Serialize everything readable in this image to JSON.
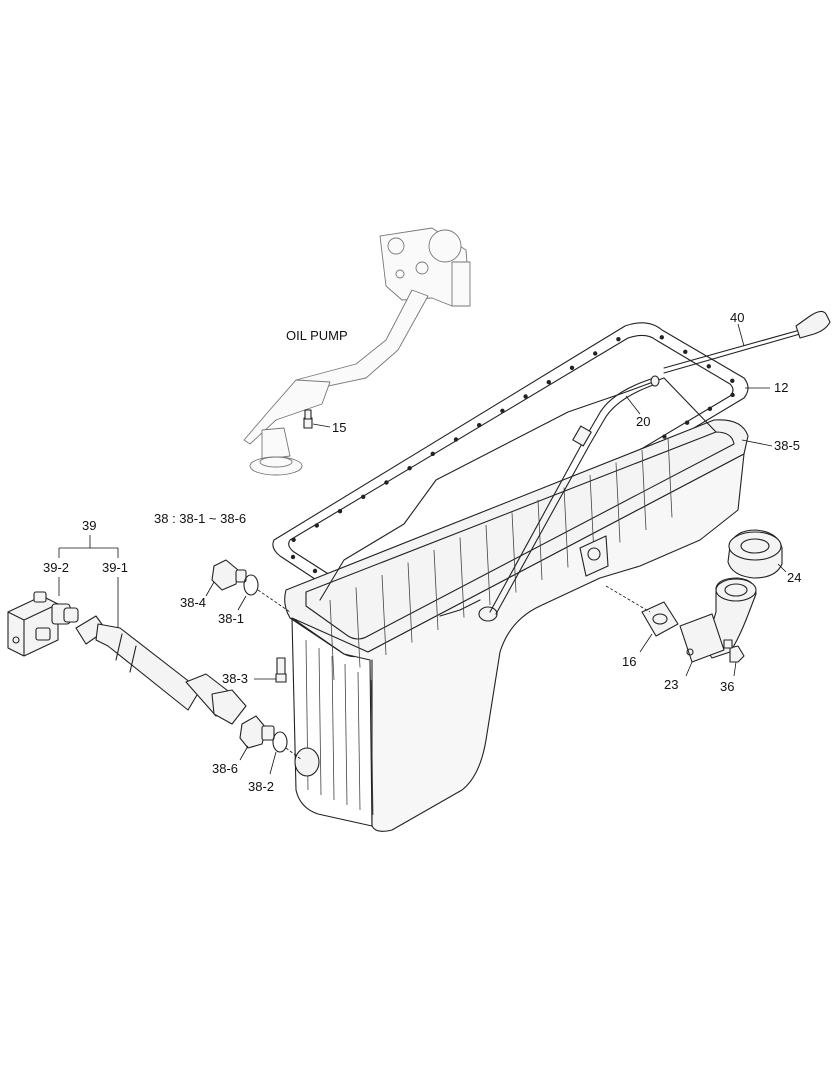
{
  "diagram": {
    "labels": {
      "oil_pump": "OIL PUMP",
      "p15": "15",
      "p40": "40",
      "p12": "12",
      "p20": "20",
      "p38_5": "38-5",
      "p38_range": "38 : 38-1 ~ 38-6",
      "p39": "39",
      "p39_2": "39-2",
      "p39_1": "39-1",
      "p38_4": "38-4",
      "p38_1": "38-1",
      "p38_3": "38-3",
      "p38_6": "38-6",
      "p38_2": "38-2",
      "p24": "24",
      "p16": "16",
      "p23": "23",
      "p36": "36"
    }
  }
}
